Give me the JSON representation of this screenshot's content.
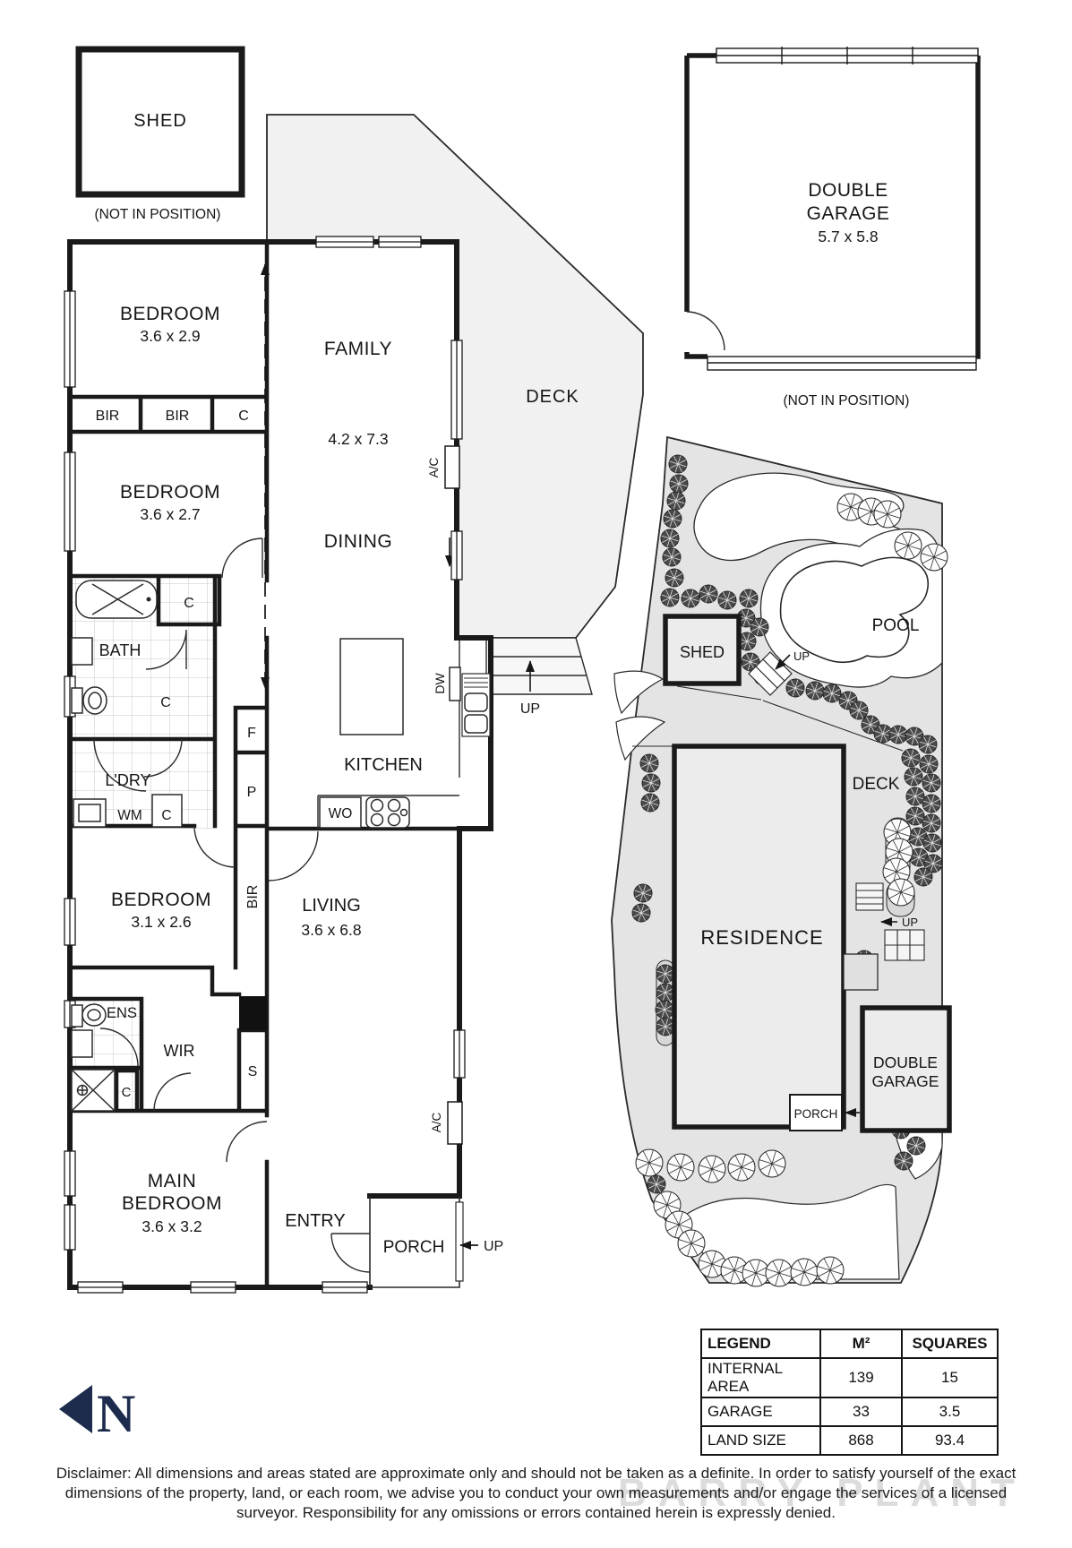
{
  "floor_plan": {
    "shed": {
      "label": "SHED",
      "note": "(NOT IN POSITION)"
    },
    "garage": {
      "line1": "DOUBLE",
      "line2": "GARAGE",
      "dims": "5.7 x 5.8",
      "note": "(NOT IN POSITION)"
    },
    "rooms": {
      "bedroom1": {
        "name": "BEDROOM",
        "dims": "3.6 x 2.9"
      },
      "bedroom2": {
        "name": "BEDROOM",
        "dims": "3.6 x 2.7"
      },
      "bedroom3": {
        "name": "BEDROOM",
        "dims": "3.1 x 2.6"
      },
      "main_bedroom": {
        "line1": "MAIN",
        "line2": "BEDROOM",
        "dims": "3.6 x 3.2"
      },
      "family": {
        "name": "FAMILY",
        "dims": "4.2 x 7.3"
      },
      "dining": {
        "name": "DINING"
      },
      "kitchen": {
        "name": "KITCHEN"
      },
      "living": {
        "name": "LIVING",
        "dims": "3.6 x 6.8"
      },
      "deck": {
        "name": "DECK"
      },
      "bath": {
        "name": "BATH"
      },
      "laundry": {
        "name": "L'DRY"
      },
      "ens": {
        "name": "ENS"
      },
      "wir": {
        "name": "WIR"
      },
      "entry": {
        "name": "ENTRY"
      },
      "porch": {
        "name": "PORCH"
      }
    },
    "fixtures": {
      "bir": "BIR",
      "c": "C",
      "f": "F",
      "p": "P",
      "s": "S",
      "wm": "WM",
      "wo": "WO",
      "dw": "DW",
      "ac": "A/C",
      "up": "UP"
    }
  },
  "site_plan": {
    "labels": {
      "shed": "SHED",
      "pool": "POOL",
      "deck": "DECK",
      "residence": "RESIDENCE",
      "garage_line1": "DOUBLE",
      "garage_line2": "GARAGE",
      "porch": "PORCH",
      "up": "UP"
    },
    "trees": {
      "shrubs": [
        [
          757,
          518
        ],
        [
          758,
          540
        ],
        [
          755,
          559
        ],
        [
          751,
          579
        ],
        [
          748,
          601
        ],
        [
          750,
          622
        ],
        [
          753,
          645
        ],
        [
          748,
          667
        ],
        [
          771,
          668
        ],
        [
          791,
          663
        ],
        [
          812,
          670
        ],
        [
          836,
          668
        ],
        [
          833,
          690
        ],
        [
          848,
          700
        ],
        [
          834,
          716
        ],
        [
          838,
          739
        ],
        [
          852,
          755
        ],
        [
          888,
          768
        ],
        [
          910,
          771
        ],
        [
          929,
          774
        ],
        [
          947,
          782
        ],
        [
          959,
          793
        ],
        [
          972,
          809
        ],
        [
          986,
          819
        ],
        [
          1003,
          820
        ],
        [
          1021,
          822
        ],
        [
          1036,
          831
        ],
        [
          1017,
          846
        ],
        [
          1037,
          853
        ],
        [
          1020,
          867
        ],
        [
          1040,
          874
        ],
        [
          1022,
          889
        ],
        [
          1040,
          897
        ],
        [
          1022,
          911
        ],
        [
          1040,
          919
        ],
        [
          1025,
          934
        ],
        [
          1041,
          941
        ],
        [
          1026,
          957
        ],
        [
          1042,
          964
        ],
        [
          1031,
          979
        ],
        [
          725,
          852
        ],
        [
          727,
          874
        ],
        [
          726,
          896
        ],
        [
          718,
          997
        ],
        [
          716,
          1019
        ],
        [
          743,
          1087
        ],
        [
          743,
          1108
        ],
        [
          742,
          1127
        ],
        [
          743,
          1146
        ],
        [
          965,
          1071
        ],
        [
          733,
          1322
        ],
        [
          1003,
          1190
        ],
        [
          1022,
          1206
        ],
        [
          1004,
          1225
        ],
        [
          1023,
          1243
        ],
        [
          1006,
          1261
        ],
        [
          1023,
          1279
        ],
        [
          1009,
          1296
        ]
      ],
      "trees": [
        [
          950,
          566
        ],
        [
          973,
          571
        ],
        [
          991,
          574
        ],
        [
          1014,
          609
        ],
        [
          1043,
          622
        ],
        [
          1002,
          929
        ],
        [
          1004,
          951
        ],
        [
          1001,
          973
        ],
        [
          1006,
          996
        ],
        [
          725,
          1298
        ],
        [
          760,
          1303
        ],
        [
          795,
          1305
        ],
        [
          828,
          1303
        ],
        [
          862,
          1299
        ],
        [
          745,
          1345
        ],
        [
          758,
          1367
        ],
        [
          772,
          1388
        ],
        [
          795,
          1411
        ],
        [
          820,
          1418
        ],
        [
          844,
          1421
        ],
        [
          870,
          1421
        ],
        [
          898,
          1420
        ],
        [
          927,
          1418
        ]
      ]
    }
  },
  "legend": {
    "headers": [
      "LEGEND",
      "M²",
      "SQUARES"
    ],
    "rows": [
      [
        "INTERNAL AREA",
        "139",
        "15"
      ],
      [
        "GARAGE",
        "33",
        "3.5"
      ],
      [
        "LAND SIZE",
        "868",
        "93.4"
      ]
    ]
  },
  "north": {
    "label": "N"
  },
  "watermark": "BARRY PLANT",
  "disclaimer": "Disclaimer: All dimensions and areas stated are approximate only and should not be taken as a definite. In order to satisfy yourself of the exact dimensions of the property, land, or each room, we advise you to conduct your own measurements and/or engage the services of a licensed surveyor. Responsibility for any omissions or errors contained herein is expressly denied.",
  "colors": {
    "wall": "#1a1a1a",
    "deck_fill": "#f1f1f1",
    "site_fill": "#e4e4e4",
    "building_fill": "#ececec",
    "north": "#1d2b4d",
    "watermark": "#dcdcdc"
  }
}
